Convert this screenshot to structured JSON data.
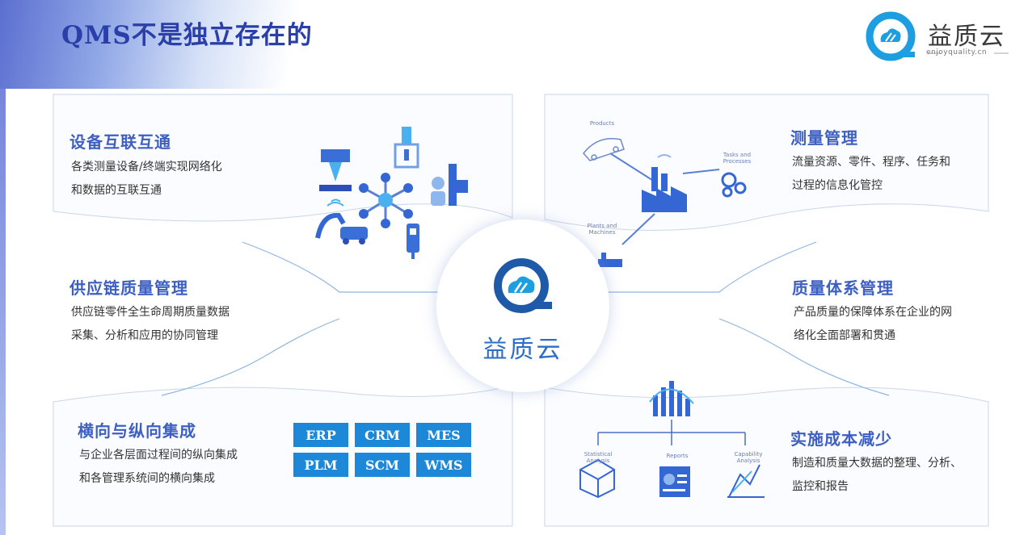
{
  "title": "QMS不是独立存在的",
  "logo": {
    "name": "益质云",
    "url": "enjoyquality.cn"
  },
  "hub": {
    "label": "益质云"
  },
  "sections": [
    {
      "title": "设备互联互通",
      "desc1": "各类测量设备/终端实现网络化",
      "desc2": "和数据的互联互通"
    },
    {
      "title": "供应链质量管理",
      "desc1": "供应链零件全生命周期质量数据",
      "desc2": "采集、分析和应用的协同管理"
    },
    {
      "title": "横向与纵向集成",
      "desc1": "与企业各层面过程间的纵向集成",
      "desc2": "和各管理系统间的横向集成"
    },
    {
      "title": "测量管理",
      "desc1": "流量资源、零件、程序、任务和",
      "desc2": "过程的信息化管控"
    },
    {
      "title": "质量体系管理",
      "desc1": "产品质量的保障体系在企业的网",
      "desc2": "络化全面部署和贯通"
    },
    {
      "title": "实施成本减少",
      "desc1": "制造和质量大数据的整理、分析、",
      "desc2": "监控和报告"
    }
  ],
  "systems": [
    "ERP",
    "CRM",
    "MES",
    "PLM",
    "SCM",
    "WMS"
  ],
  "figure_labels": {
    "products": "Products",
    "tasks": "Tasks and Processes",
    "plants": "Plants and Machines",
    "statistical": "Statistical Analysis",
    "reports": "Reports",
    "capability": "Capability Analysis"
  },
  "colors": {
    "accent": "#3d5fc2",
    "system_box": "#1e88d8",
    "title": "#2a3fa8"
  }
}
